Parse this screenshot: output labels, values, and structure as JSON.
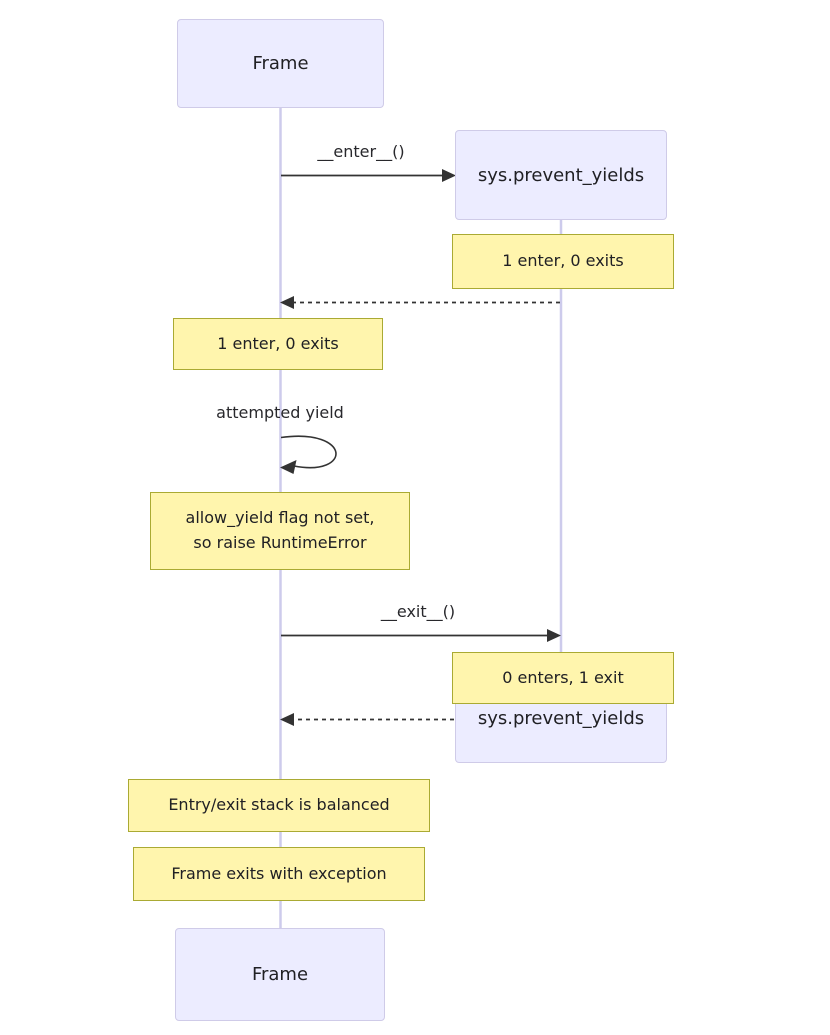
{
  "diagram": {
    "type": "sequence-diagram",
    "participants": [
      {
        "id": "frame",
        "label": "Frame"
      },
      {
        "id": "sys_prevent_yields",
        "label": "sys.prevent_yields"
      }
    ],
    "messages": [
      {
        "label": "__enter__()",
        "from": "Frame",
        "to": "sys.prevent_yields",
        "style": "solid"
      },
      {
        "label": "",
        "from": "sys.prevent_yields",
        "to": "Frame",
        "style": "dashed"
      },
      {
        "label": "attempted yield",
        "from": "Frame",
        "to": "Frame",
        "style": "self-loop"
      },
      {
        "label": "__exit__()",
        "from": "Frame",
        "to": "sys.prevent_yields",
        "style": "solid"
      },
      {
        "label": "",
        "from": "sys.prevent_yields",
        "to": "Frame",
        "style": "dashed"
      }
    ],
    "notes": [
      {
        "position": "right-of-sys",
        "lines": [
          "1 enter, 0 exits"
        ]
      },
      {
        "position": "over-frame",
        "lines": [
          "1 enter, 0 exits"
        ]
      },
      {
        "position": "over-frame",
        "lines": [
          "allow_yield flag not set,",
          "so raise RuntimeError"
        ]
      },
      {
        "position": "right-of-sys",
        "lines": [
          "0 enters, 1 exit"
        ]
      },
      {
        "position": "over-frame",
        "lines": [
          "Entry/exit stack is balanced"
        ]
      },
      {
        "position": "over-frame",
        "lines": [
          "Frame exits with exception"
        ]
      }
    ],
    "colors": {
      "background": "#FFFFFF",
      "actor_fill": "#ECECFF",
      "actor_border": "#CFCBE8",
      "note_fill": "#FFF5AD",
      "note_border": "#AAAA33",
      "message_line": "#333333",
      "lifeline": "#CDCBEC",
      "text": "#202024"
    }
  }
}
